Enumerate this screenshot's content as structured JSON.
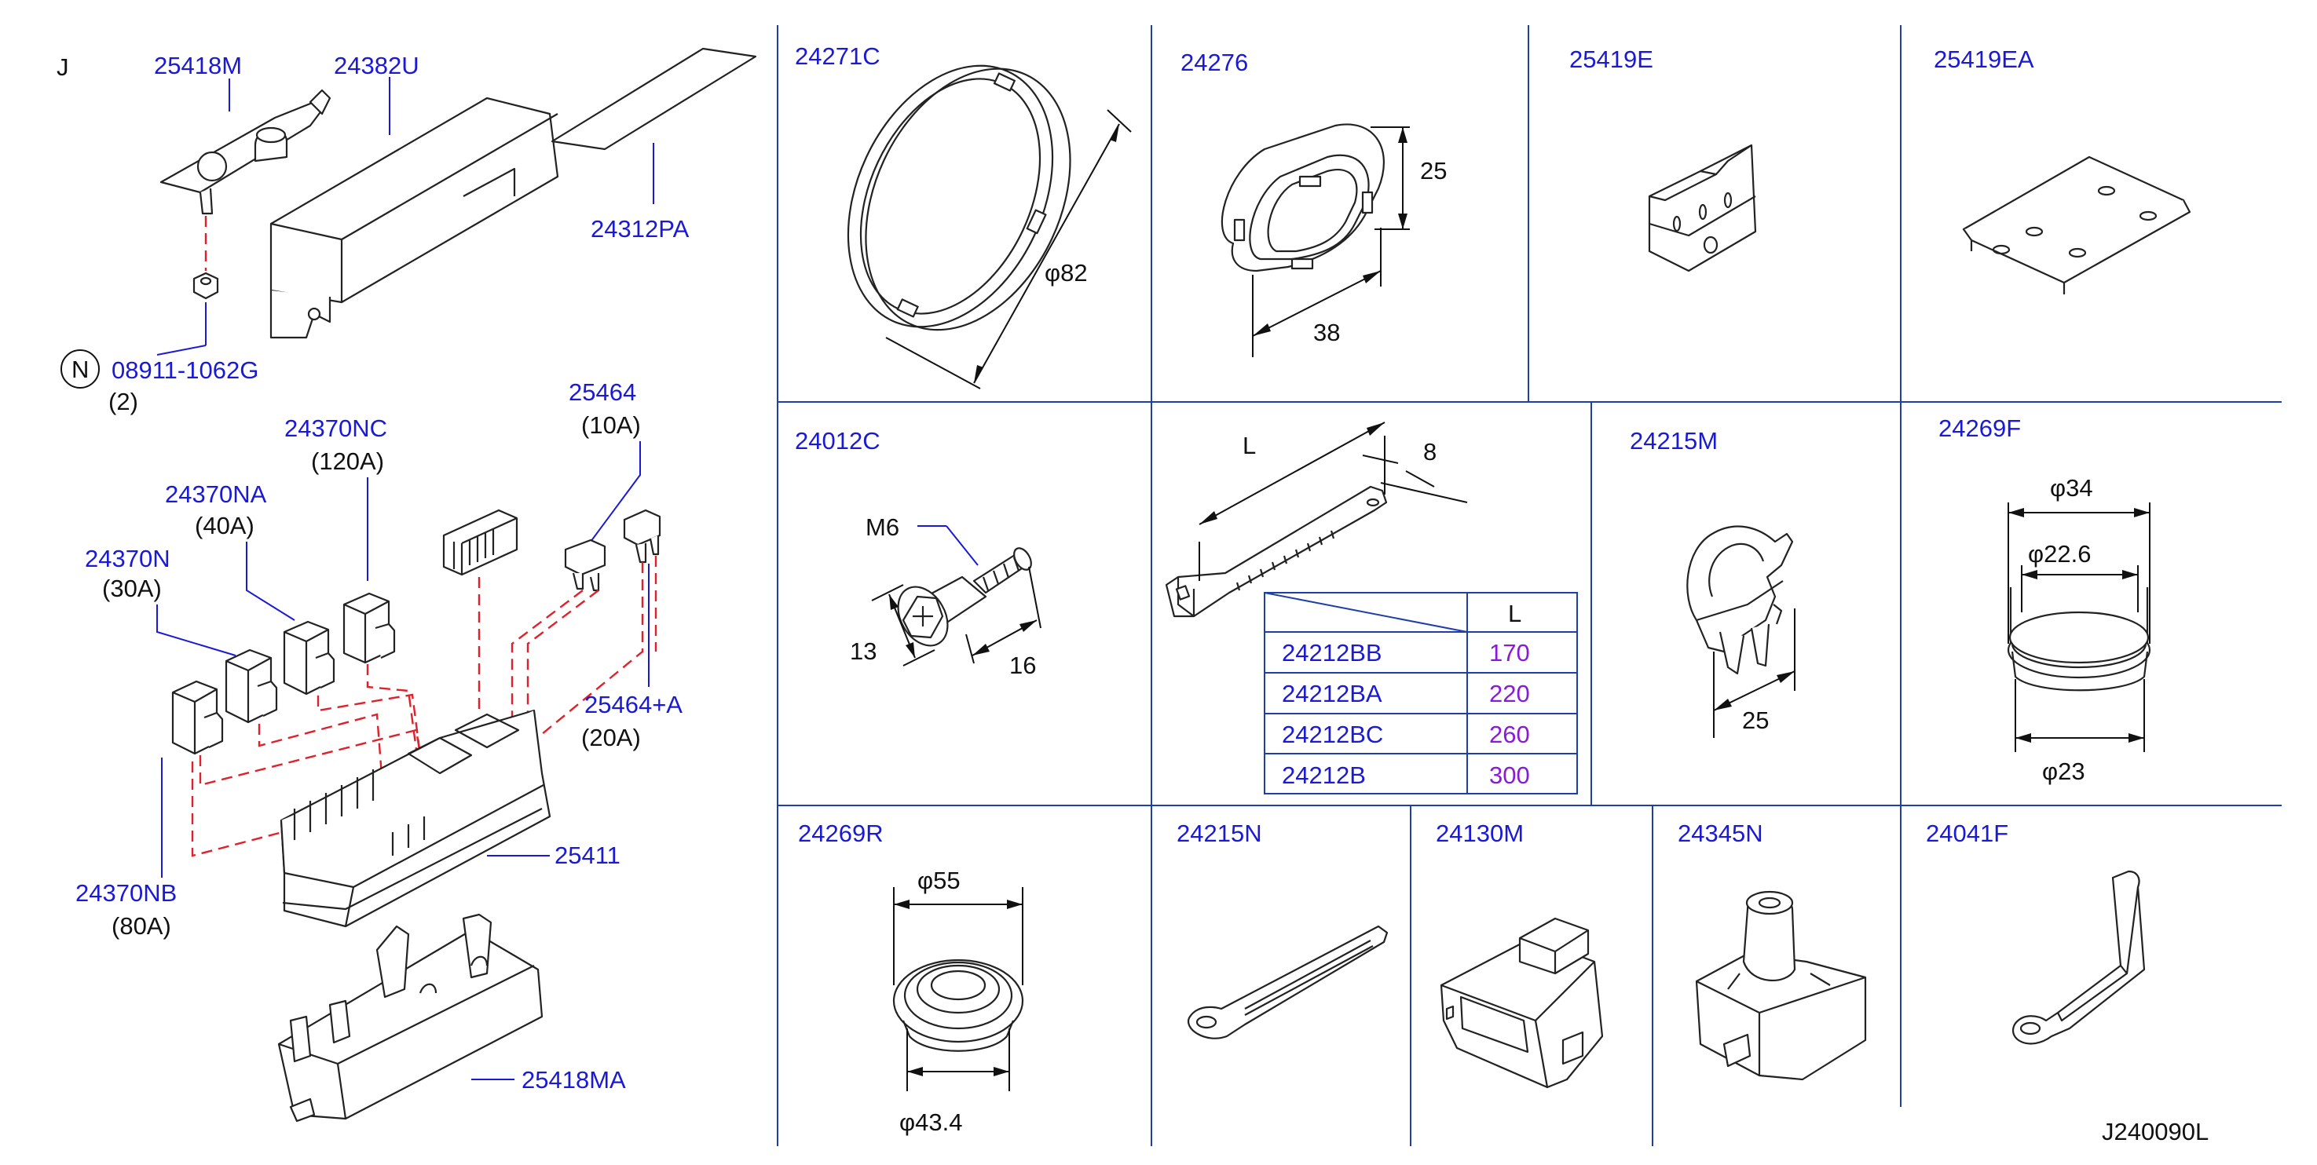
{
  "diagram_id": "J240090L",
  "section_letter": "J",
  "left_panel": {
    "labels": {
      "p25418M": "25418M",
      "p24382U": "24382U",
      "p24312PA": "24312PA",
      "nut_circle": "N",
      "p08911": "08911-1062G",
      "qty": "(2)",
      "p25464": "25464",
      "p25464_amp": "(10A)",
      "p24370NC": "24370NC",
      "p24370NC_amp": "(120A)",
      "p24370NA": "24370NA",
      "p24370NA_amp": "(40A)",
      "p24370N": "24370N",
      "p24370N_amp": "(30A)",
      "p25464A": "25464+A",
      "p25464A_amp": "(20A)",
      "p25411": "25411",
      "p24370NB": "24370NB",
      "p24370NB_amp": "(80A)",
      "p25418MA": "25418MA"
    }
  },
  "cells": {
    "c24271C": {
      "part": "24271C",
      "dim": "φ82"
    },
    "c24276": {
      "part": "24276",
      "dim_h": "25",
      "dim_w": "38"
    },
    "c25419E": {
      "part": "25419E"
    },
    "c25419EA": {
      "part": "25419EA"
    },
    "c24012C": {
      "part": "24012C",
      "thread": "M6",
      "dim_a": "13",
      "dim_b": "16"
    },
    "c24212": {
      "dim_len": "L",
      "dim_w": "8",
      "table_header": "L",
      "rows": [
        {
          "part": "24212BB",
          "value": "170"
        },
        {
          "part": "24212BA",
          "value": "220"
        },
        {
          "part": "24212BC",
          "value": "260"
        },
        {
          "part": "24212B",
          "value": "300"
        }
      ]
    },
    "c24215M": {
      "part": "24215M",
      "dim": "25"
    },
    "c24269F": {
      "part": "24269F",
      "dim_a": "φ34",
      "dim_b": "φ22.6",
      "dim_c": "φ23"
    },
    "c24269R": {
      "part": "24269R",
      "dim_a": "φ55",
      "dim_b": "φ43.4"
    },
    "c24215N": {
      "part": "24215N"
    },
    "c24130M": {
      "part": "24130M"
    },
    "c24345N": {
      "part": "24345N"
    },
    "c24041F": {
      "part": "24041F"
    }
  }
}
